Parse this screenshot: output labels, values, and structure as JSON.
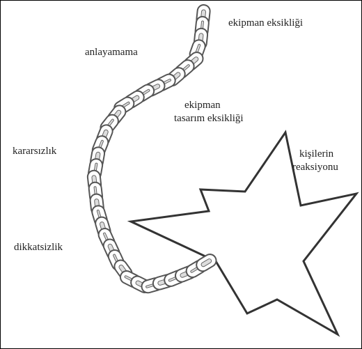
{
  "diagram": {
    "labels": {
      "equipment_shortage": "ekipman eksikliği",
      "misunderstanding": "anlayamama",
      "equipment_design_line1": "ekipman",
      "equipment_design_line2": "tasarım eksikliği",
      "indecision": "kararsızlık",
      "people_reaction_line1": "kişilerin",
      "people_reaction_line2": "reaksiyonu",
      "inattention": "dikkatsizlik"
    }
  }
}
